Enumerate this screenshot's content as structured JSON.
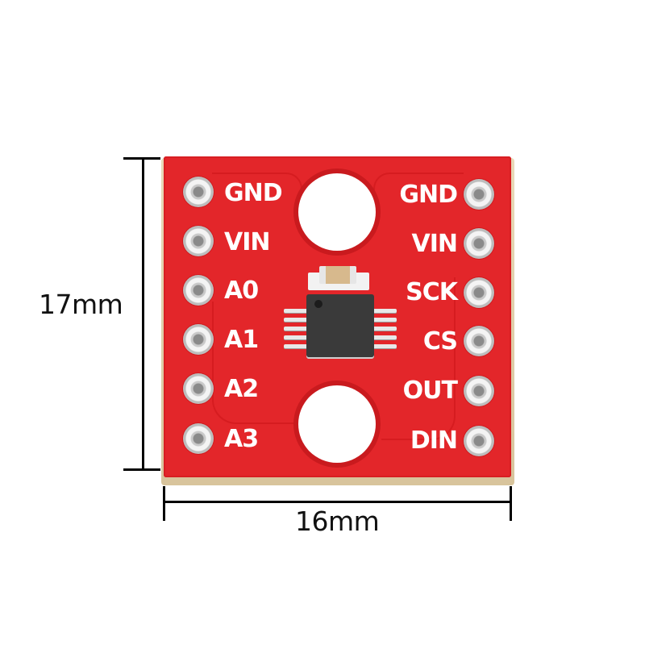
{
  "product": {
    "description": "Red breakout PCB module with 12 pins and a 10-pin SMD IC",
    "board_color": "#e3262a",
    "silkscreen_color": "#ffffff"
  },
  "dimensions": {
    "height_label": "17mm",
    "width_label": "16mm"
  },
  "pins": {
    "left": [
      {
        "label": "GND"
      },
      {
        "label": "VIN"
      },
      {
        "label": "A0"
      },
      {
        "label": "A1"
      },
      {
        "label": "A2"
      },
      {
        "label": "A3"
      }
    ],
    "right": [
      {
        "label": "GND"
      },
      {
        "label": "VIN"
      },
      {
        "label": "SCK"
      },
      {
        "label": "CS"
      },
      {
        "label": "OUT"
      },
      {
        "label": "DIN"
      }
    ]
  }
}
